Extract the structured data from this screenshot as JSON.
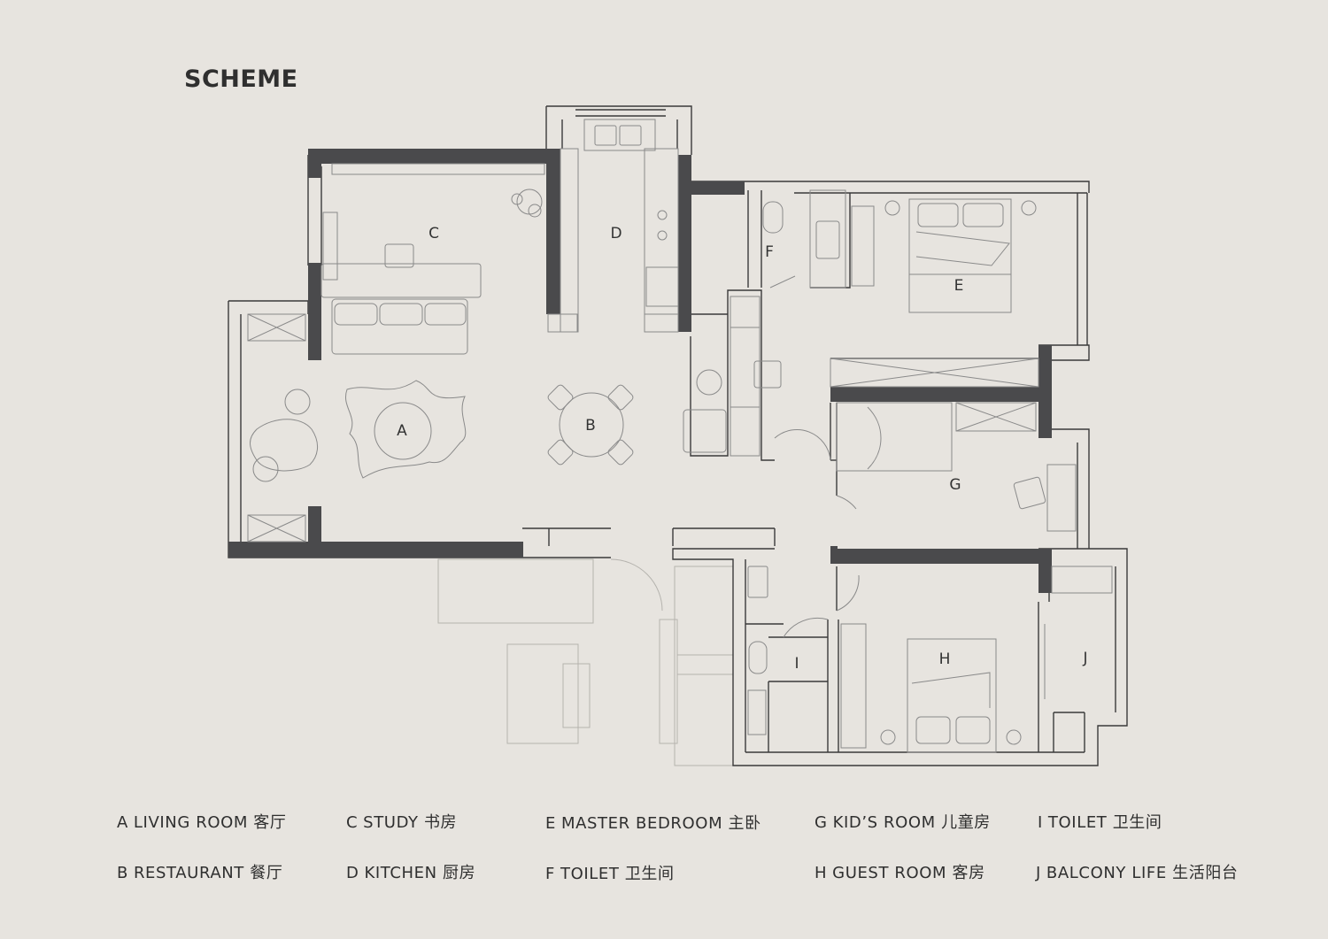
{
  "title": "SCHEME",
  "rooms": [
    {
      "code": "A",
      "name": "LIVING ROOM 客厅"
    },
    {
      "code": "B",
      "name": "RESTAURANT 餐厅"
    },
    {
      "code": "C",
      "name": "STUDY 书房"
    },
    {
      "code": "D",
      "name": "KITCHEN 厨房"
    },
    {
      "code": "E",
      "name": "MASTER BEDROOM 主卧"
    },
    {
      "code": "F",
      "name": "TOILET 卫生间"
    },
    {
      "code": "G",
      "name": "KID’S ROOM 儿童房"
    },
    {
      "code": "H",
      "name": "GUEST ROOM 客房"
    },
    {
      "code": "I",
      "name": "TOILET 卫生间"
    },
    {
      "code": "J",
      "name": "BALCONY LIFE 生活阳台"
    }
  ],
  "colors": {
    "background": "#e7e4df",
    "wall_dark": "#4a4a4c",
    "line": "#3a3a3a",
    "furniture": "#8a8a8a",
    "faint": "#b5b3ae"
  }
}
